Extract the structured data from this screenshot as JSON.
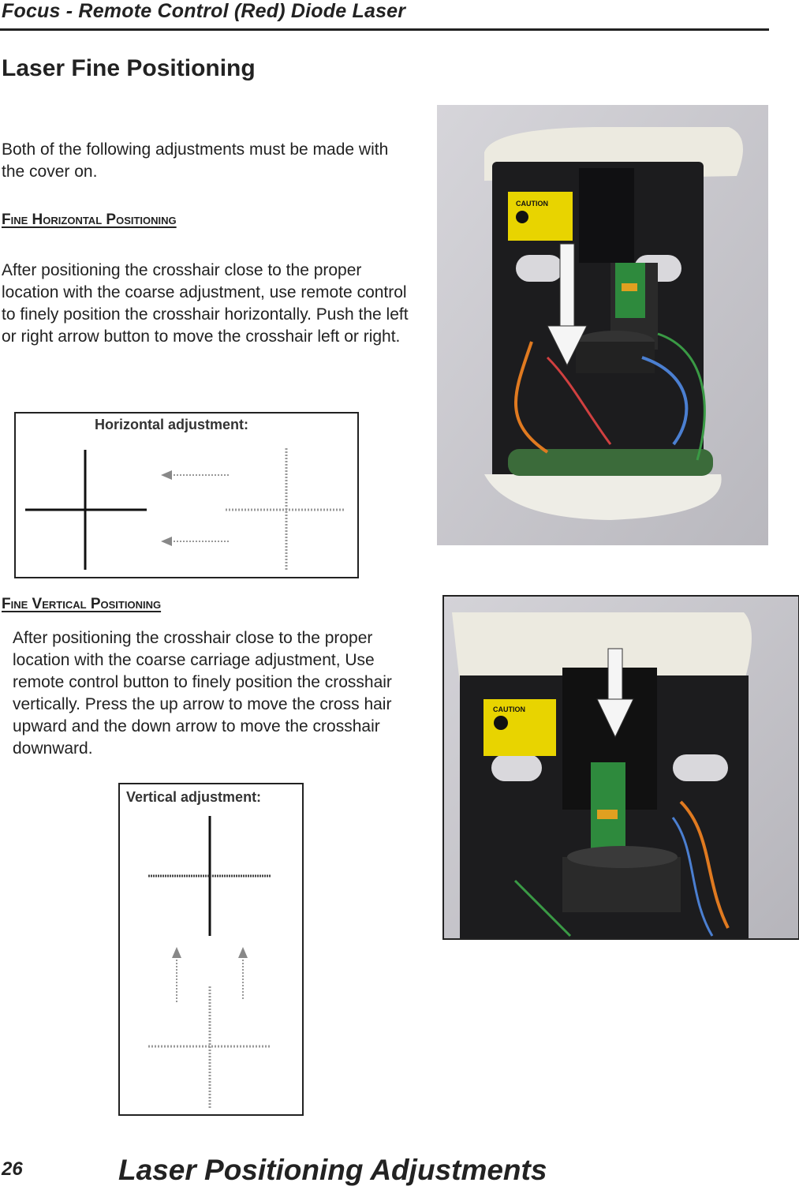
{
  "header": {
    "title": "Focus - Remote Control (Red) Diode Laser"
  },
  "section": {
    "title": "Laser Fine Positioning"
  },
  "intro": {
    "text": "Both of the following adjustments must be made with the cover on."
  },
  "horizontal": {
    "heading": "Fine Horizontal Positioning",
    "body": "After positioning the crosshair close to the proper location with the coarse adjustment, use remote control to finely position the crosshair horizontally. Push the left or right arrow button to move the crosshair left or right.",
    "figure_title": "Horizontal adjustment:"
  },
  "vertical": {
    "heading": "Fine Vertical Positioning",
    "body": "After positioning the crosshair close to the proper location with the coarse carriage adjustment, Use remote control button to finely position the crosshair vertically. Press the up arrow to move the  cross hair upward and the down arrow to move the crosshair downward.",
    "figure_title": "Vertical adjustment:"
  },
  "photos": {
    "top_label": "CAUTION",
    "bottom_label": "CAUTION"
  },
  "footer": {
    "page_number": "26",
    "title": "Laser Positioning Adjustments"
  },
  "colors": {
    "text": "#222222",
    "rule": "#222222",
    "photo_bg": "#c9c8cc"
  }
}
